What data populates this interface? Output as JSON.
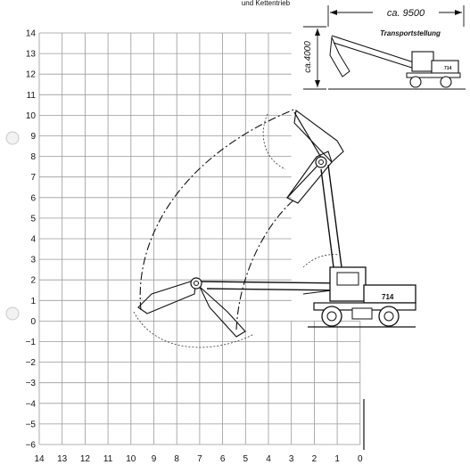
{
  "header": {
    "cut_text": "und Kettentrieb"
  },
  "grid": {
    "y_labels": [
      "14",
      "13",
      "12",
      "11",
      "10",
      "9",
      "8",
      "7",
      "6",
      "5",
      "4",
      "3",
      "2",
      "1",
      "0",
      "−1",
      "−2",
      "−3",
      "−4",
      "−5",
      "−6"
    ],
    "x_labels": [
      "14",
      "13",
      "12",
      "11",
      "10",
      "9",
      "8",
      "7",
      "6",
      "5",
      "4",
      "3",
      "2",
      "1",
      "0"
    ]
  },
  "transport_inset": {
    "length_label": "ca. 9500",
    "height_label": "ca.4000",
    "title": "Transportstellung",
    "model_badge": "714"
  },
  "machine": {
    "model_badge": "714"
  }
}
